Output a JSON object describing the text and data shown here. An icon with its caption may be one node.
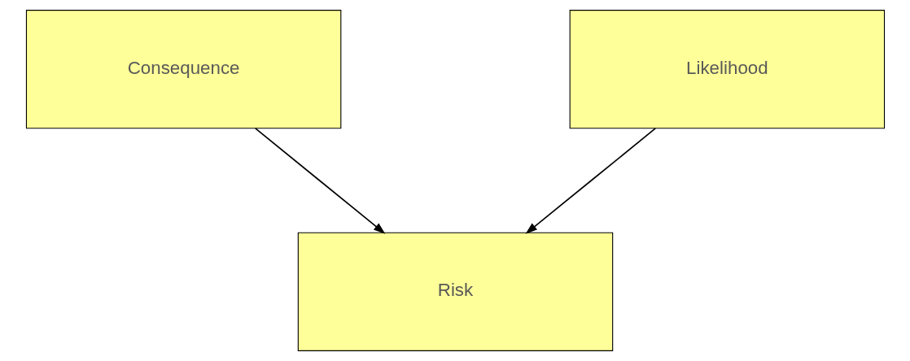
{
  "diagram": {
    "nodes": [
      {
        "text": [
          "Consequence"
        ]
      },
      {
        "text": [
          "Likelihood"
        ]
      },
      {
        "text": [
          "Risk"
        ]
      }
    ],
    "edges": [
      {
        "from": 0,
        "to": 2,
        "arrow": "to"
      },
      {
        "from": 1,
        "to": 2,
        "arrow": "to"
      }
    ]
  }
}
